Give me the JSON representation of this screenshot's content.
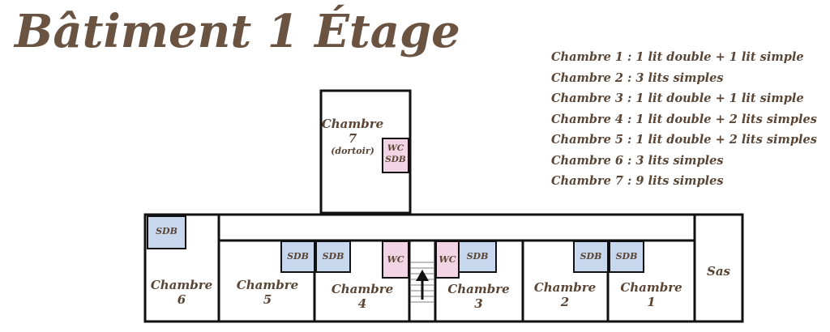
{
  "title": "Bâtiment 1 Étage",
  "legend": [
    "Chambre 1 : 1 lit double + 1 lit simple",
    "Chambre 2 : 3 lits  simples",
    "Chambre 3 : 1 lit double + 1 lit simple",
    "Chambre 4 : 1 lit double + 2 lits simples",
    "Chambre 5 : 1 lit double + 2 lits simples",
    "Chambre 6 : 3 lits simples",
    "Chambre 7 : 9 lits simples"
  ],
  "rooms": {
    "r7": {
      "line1": "Chambre",
      "line2": "7",
      "line3": "(dortoir)"
    },
    "r6": {
      "line1": "Chambre",
      "line2": "6"
    },
    "r5": {
      "line1": "Chambre",
      "line2": "5"
    },
    "r4": {
      "line1": "Chambre",
      "line2": "4"
    },
    "r3": {
      "line1": "Chambre",
      "line2": "3"
    },
    "r2": {
      "line1": "Chambre",
      "line2": "2"
    },
    "r1": {
      "line1": "Chambre",
      "line2": "1"
    },
    "sas": "Sas"
  },
  "fixtures": {
    "sdb": "SDB",
    "wc": "WC",
    "wc_sdb_line1": "WC",
    "wc_sdb_line2": "SDB"
  },
  "colors": {
    "sdb_fill": "#c6d7ee",
    "wc_fill": "#f3d4e4",
    "wall": "#111111",
    "text": "#5a4535"
  }
}
